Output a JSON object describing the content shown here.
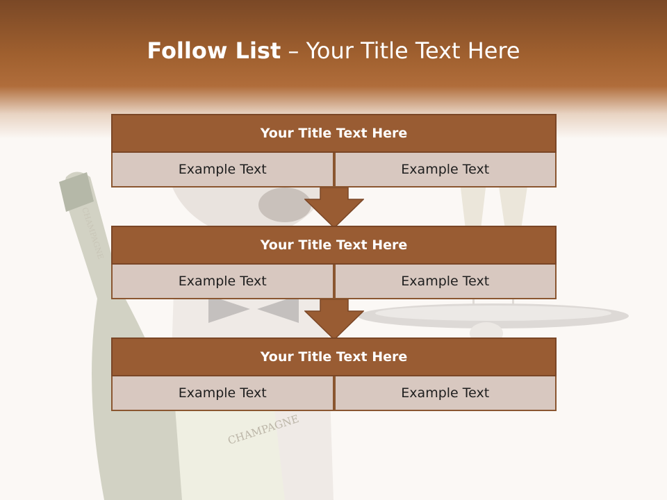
{
  "slide": {
    "title_bold": "Follow List",
    "title_rest": " – Your Title Text Here"
  },
  "blocks": [
    {
      "title": "Your Title Text Here",
      "cells": [
        "Example Text",
        "Example Text"
      ]
    },
    {
      "title": "Your Title Text Here",
      "cells": [
        "Example Text",
        "Example Text"
      ]
    },
    {
      "title": "Your Title Text Here",
      "cells": [
        "Example Text",
        "Example Text"
      ]
    }
  ],
  "colors": {
    "header_brown": "#a0602f",
    "block_title_bg": "#995c33",
    "cell_bg": "#d8c8c0",
    "arrow": "#995c33"
  }
}
